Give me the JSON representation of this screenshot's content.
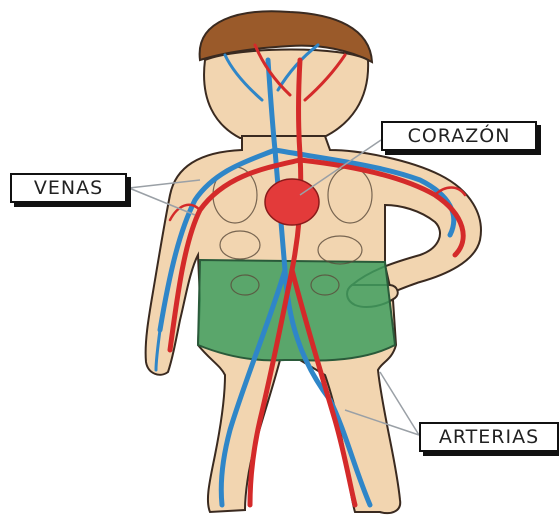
{
  "labels": {
    "venas": "VENAS",
    "corazon": "CORAZÓN",
    "arterias": "ARTERIAS"
  },
  "colors": {
    "skin": "#f2d5b0",
    "skin_outline": "#3a2a20",
    "hair": "#9a5a2a",
    "shorts": "#3f9e5f",
    "artery": "#d42a2a",
    "vein": "#2f86c8",
    "heart": "#e33a3a",
    "pointer_line": "#9aa0a6"
  }
}
